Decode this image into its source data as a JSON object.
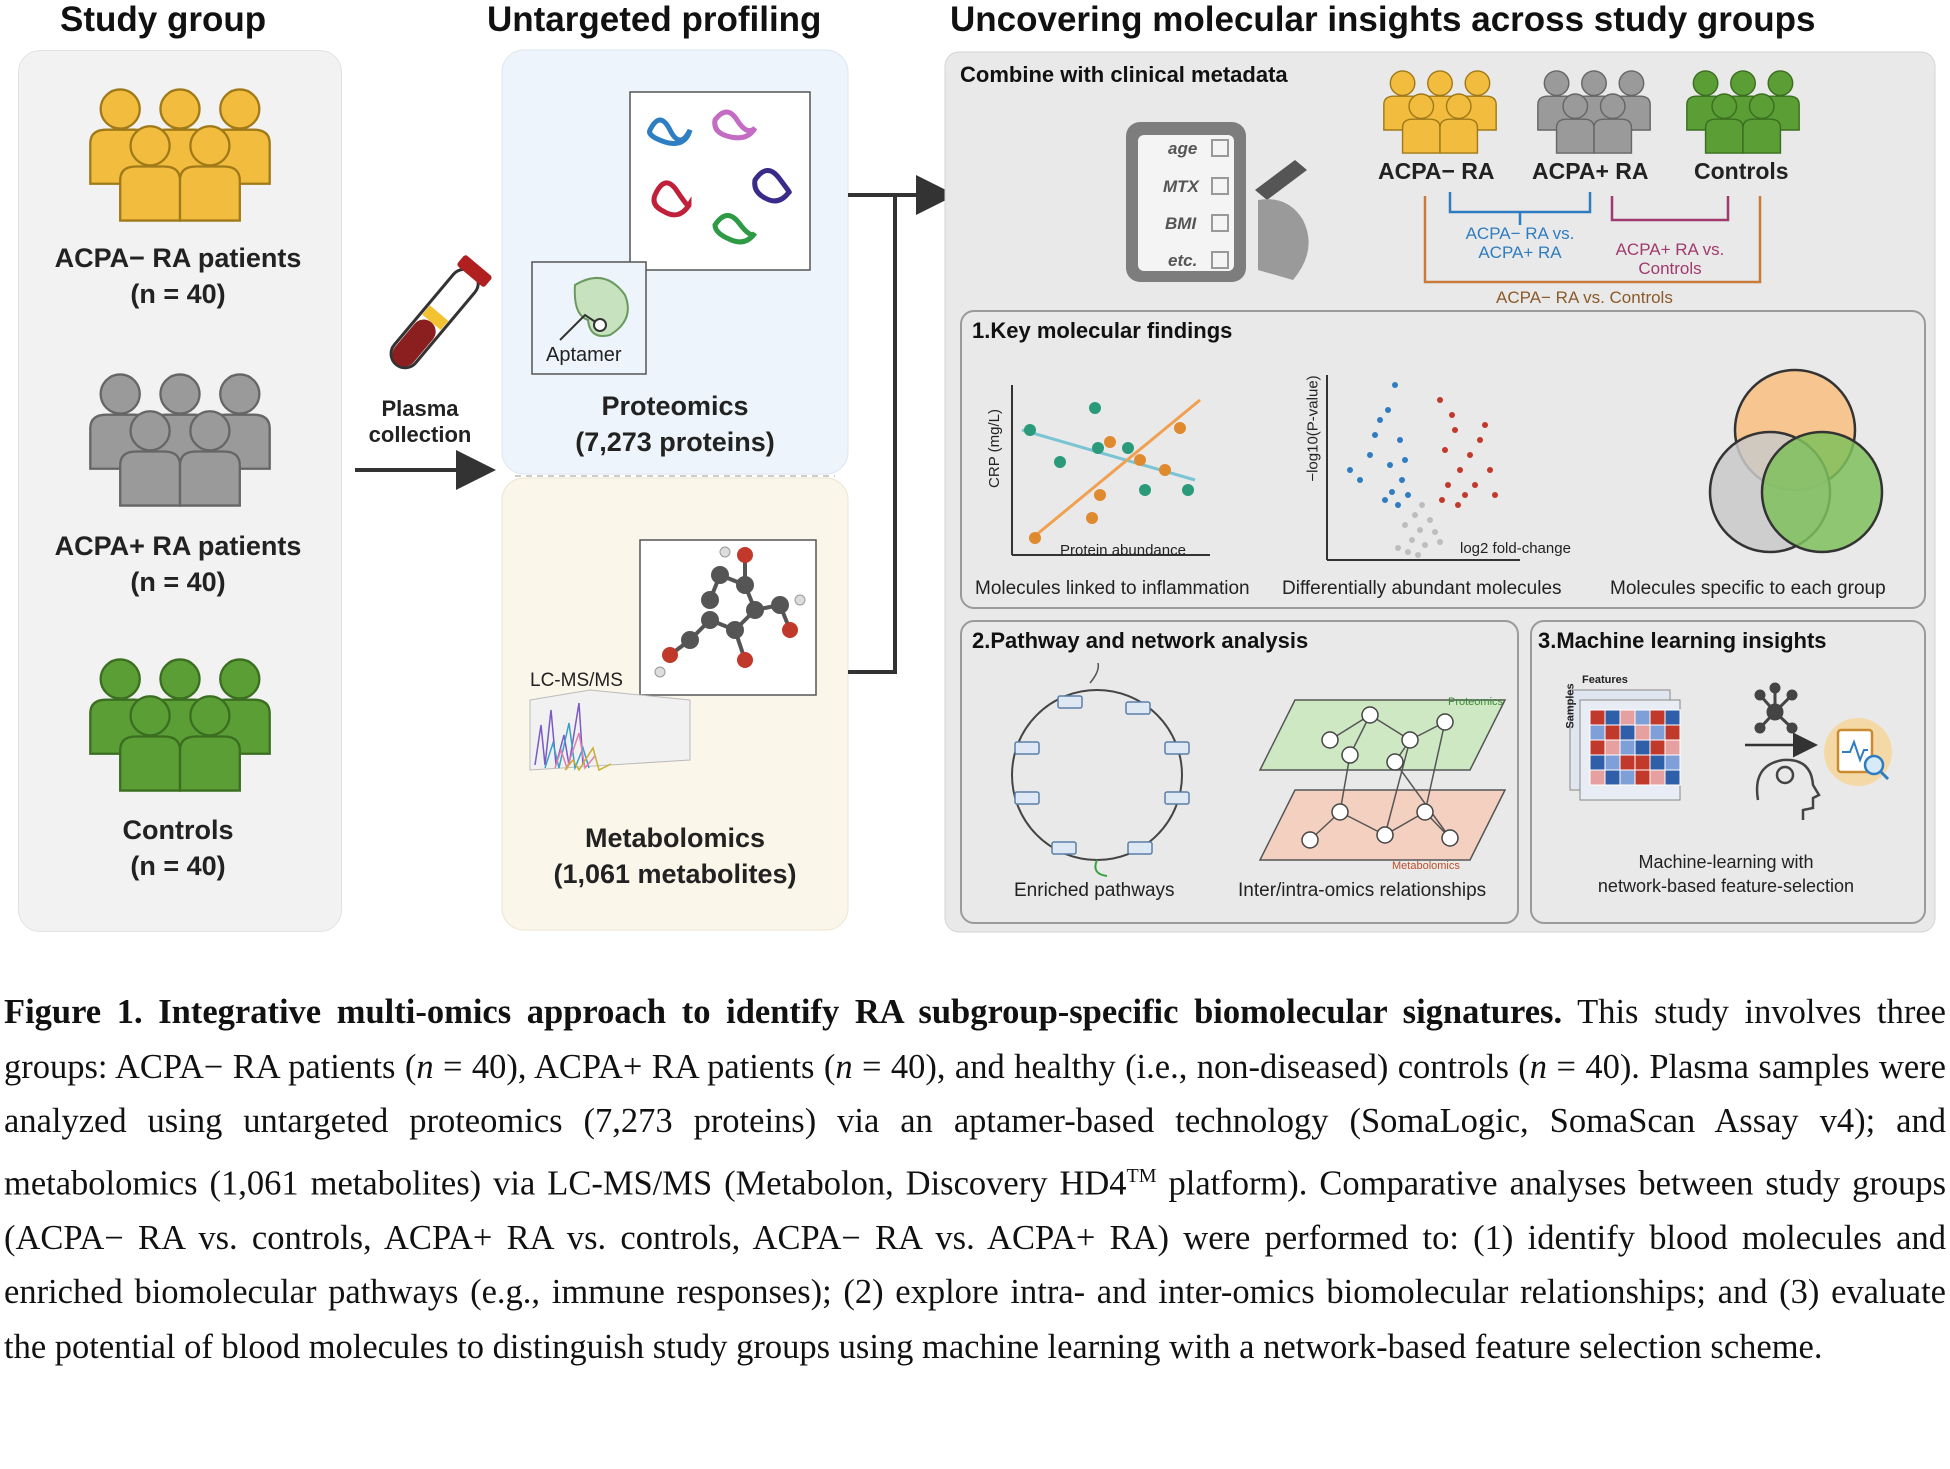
{
  "headings": {
    "study_group": "Study group",
    "untargeted": "Untargeted profiling",
    "uncovering": "Uncovering molecular insights across study groups"
  },
  "study_groups": [
    {
      "name": "ACPA− RA patients",
      "n": "(n = 40)",
      "color": "#f2bd3f"
    },
    {
      "name": "ACPA+ RA patients",
      "n": "(n = 40)",
      "color": "#9a9a9a"
    },
    {
      "name": "Controls",
      "n": "(n = 40)",
      "color": "#5a9e35"
    }
  ],
  "plasma": {
    "line1": "Plasma",
    "line2": "collection"
  },
  "proteomics": {
    "aptamer": "Aptamer",
    "title": "Proteomics",
    "subtitle": "(7,273 proteins)"
  },
  "metabolomics": {
    "lcms": "LC-MS/MS",
    "title": "Metabolomics",
    "subtitle": "(1,061 metabolites)"
  },
  "metadata": {
    "title": "Combine with clinical metadata",
    "fields": [
      "age",
      "MTX",
      "BMI",
      "etc."
    ],
    "groups": [
      "ACPA− RA",
      "ACPA+ RA",
      "Controls"
    ],
    "comparisons": {
      "a": "ACPA− RA vs.",
      "a2": "ACPA+ RA",
      "b": "ACPA+ RA vs.",
      "b2": "Controls",
      "c": "ACPA− RA vs. Controls"
    }
  },
  "findings": {
    "title": "1.Key molecular findings",
    "scatter_ylabel": "CRP (mg/L)",
    "scatter_xlabel": "Protein abundance",
    "scatter_caption": "Molecules linked to inflammation",
    "volcano_ylabel": "−log10(P-value)",
    "volcano_xlabel": "log2 fold-change",
    "volcano_caption": "Differentially abundant molecules",
    "venn_caption": "Molecules specific to each group"
  },
  "pathway": {
    "title": "2.Pathway and network analysis",
    "caption1": "Enriched pathways",
    "caption2": "Inter/intra-omics relationships",
    "layer_top": "Proteomics",
    "layer_bottom": "Metabolomics"
  },
  "ml": {
    "title": "3.Machine learning insights",
    "features": "Features",
    "samples": "Samples",
    "caption1": "Machine-learning with",
    "caption2": "network-based feature-selection"
  },
  "caption": {
    "bold": "Figure 1. Integrative multi-omics approach to identify RA subgroup-specific biomolecular signatures.",
    "p1": " This study involves three groups: ACPA− RA patients (",
    "p2": " = 40), ACPA+ RA patients (",
    "p3": " = 40), and healthy (i.e., non-diseased) controls (",
    "p4": " = 40). Plasma samples were analyzed using untargeted proteomics (7,273 proteins) via an aptamer-based technology (SomaLogic, SomaScan Assay v4); and metabolomics (1,061 metabolites) via LC-MS/MS (Metabolon, Discovery HD4",
    "tm": "TM",
    "p5": " platform). Comparative analyses between study groups (ACPA− RA vs. controls, ACPA+ RA vs. controls, ACPA− RA vs. ACPA+ RA) were performed to: (1) identify blood molecules and enriched biomolecular pathways (e.g., immune responses); (2) explore intra- and inter-omics biomolecular relationships; and (3) evaluate the potential of blood molecules to distinguish study groups using machine learning with a network-based feature selection scheme.",
    "n": "n"
  },
  "colors": {
    "yellow": "#f2bd3f",
    "gray": "#9a9a9a",
    "green": "#5a9e35",
    "blue": "#2f7cc0",
    "purple": "#a03a6e",
    "orange": "#c87b3a"
  }
}
